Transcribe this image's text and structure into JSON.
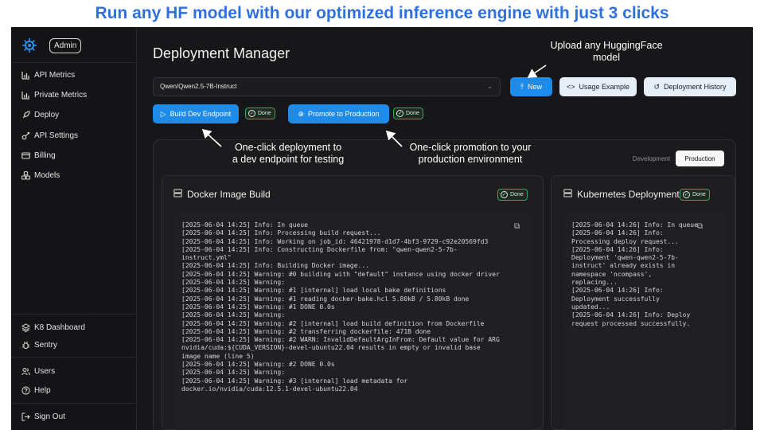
{
  "banner": "Run any HF model with our optimized inference engine with just 3 clicks",
  "sidebar": {
    "admin": "Admin",
    "items": [
      {
        "label": "API Metrics",
        "icon": "bar-chart-icon"
      },
      {
        "label": "Private Metrics",
        "icon": "bar-chart-icon"
      },
      {
        "label": "Deploy",
        "icon": "rocket-icon"
      },
      {
        "label": "API Settings",
        "icon": "api-icon"
      },
      {
        "label": "Billing",
        "icon": "card-icon"
      },
      {
        "label": "Models",
        "icon": "models-icon"
      }
    ],
    "bottom": [
      {
        "label": "K8 Dashboard",
        "icon": "layers-icon"
      },
      {
        "label": "Sentry",
        "icon": "bug-icon"
      },
      {
        "label": "Users",
        "icon": "users-icon"
      },
      {
        "label": "Help",
        "icon": "help-icon"
      },
      {
        "label": "Sign Out",
        "icon": "sign-out-icon"
      }
    ]
  },
  "main": {
    "title": "Deployment Manager",
    "model_value": "Qwen/Qwen2.5-7B-Instruct",
    "new_label": "New",
    "usage_label": "Usage Example",
    "history_label": "Deployment History",
    "build_label": "Build Dev Endpoint",
    "promote_label": "Promote to Production",
    "done": "Done",
    "tabs": [
      "Development",
      "Production"
    ],
    "docker_title": "Docker Image Build",
    "k8s_title": "Kubernetes Deployment",
    "docker_log": "[2025-06-04 14:25] Info: In queue\n[2025-06-04 14:25] Info: Processing build request...\n[2025-06-04 14:25] Info: Working on job_id: 46421978-d1d7-4bf3-9729-c92e20569fd3\n[2025-06-04 14:25] Info: Constructing Dockerfile from: \"qwen-qwen2-5-7b-\ninstruct.yml\"\n[2025-06-04 14:25] Info: Building Docker image...\n[2025-06-04 14:25] Warning: #0 building with \"default\" instance using docker driver\n[2025-06-04 14:25] Warning:\n[2025-06-04 14:25] Warning: #1 [internal] load local bake definitions\n[2025-06-04 14:25] Warning: #1 reading docker-bake.hcl 5.80kB / 5.80kB done\n[2025-06-04 14:25] Warning: #1 DONE 0.0s\n[2025-06-04 14:25] Warning:\n[2025-06-04 14:25] Warning: #2 [internal] load build definition from Dockerfile\n[2025-06-04 14:25] Warning: #2 transferring dockerfile: 471B done\n[2025-06-04 14:25] Warning: #2 WARN: InvalidDefaultArgInFrom: Default value for ARG\nnvidia/cuda:${CUDA_VERSION}-devel-ubuntu22.04 results in empty or invalid base\nimage name (line 5)\n[2025-06-04 14:25] Warning: #2 DONE 0.0s\n[2025-06-04 14:25] Warning:\n[2025-06-04 14:25] Warning: #3 [internal] load metadata for\ndocker.io/nvidia/cuda:12.5.1-devel-ubuntu22.04",
    "k8s_log": "[2025-06-04 14:26] Info: In queue\n[2025-06-04 14:26] Info:\nProcessing deploy request...\n[2025-06-04 14:26] Info:\nDeployment 'qwen-qwen2-5-7b-\ninstruct' already exists in\nnamespace 'ncompass',\nreplacing...\n[2025-06-04 14:26] Info:\nDeployment successfully\nupdated...\n[2025-06-04 14:26] Info: Deploy\nrequest processed successfully."
  },
  "annotations": {
    "upload": "Upload any HuggingFace\nmodel",
    "dev": "One-click deployment to\na dev endpoint for testing",
    "prod": "One-click promotion to your\nproduction environment"
  },
  "colors": {
    "accent": "#1e8be8",
    "banner": "#2f6fe0",
    "done": "#3aa35a"
  }
}
